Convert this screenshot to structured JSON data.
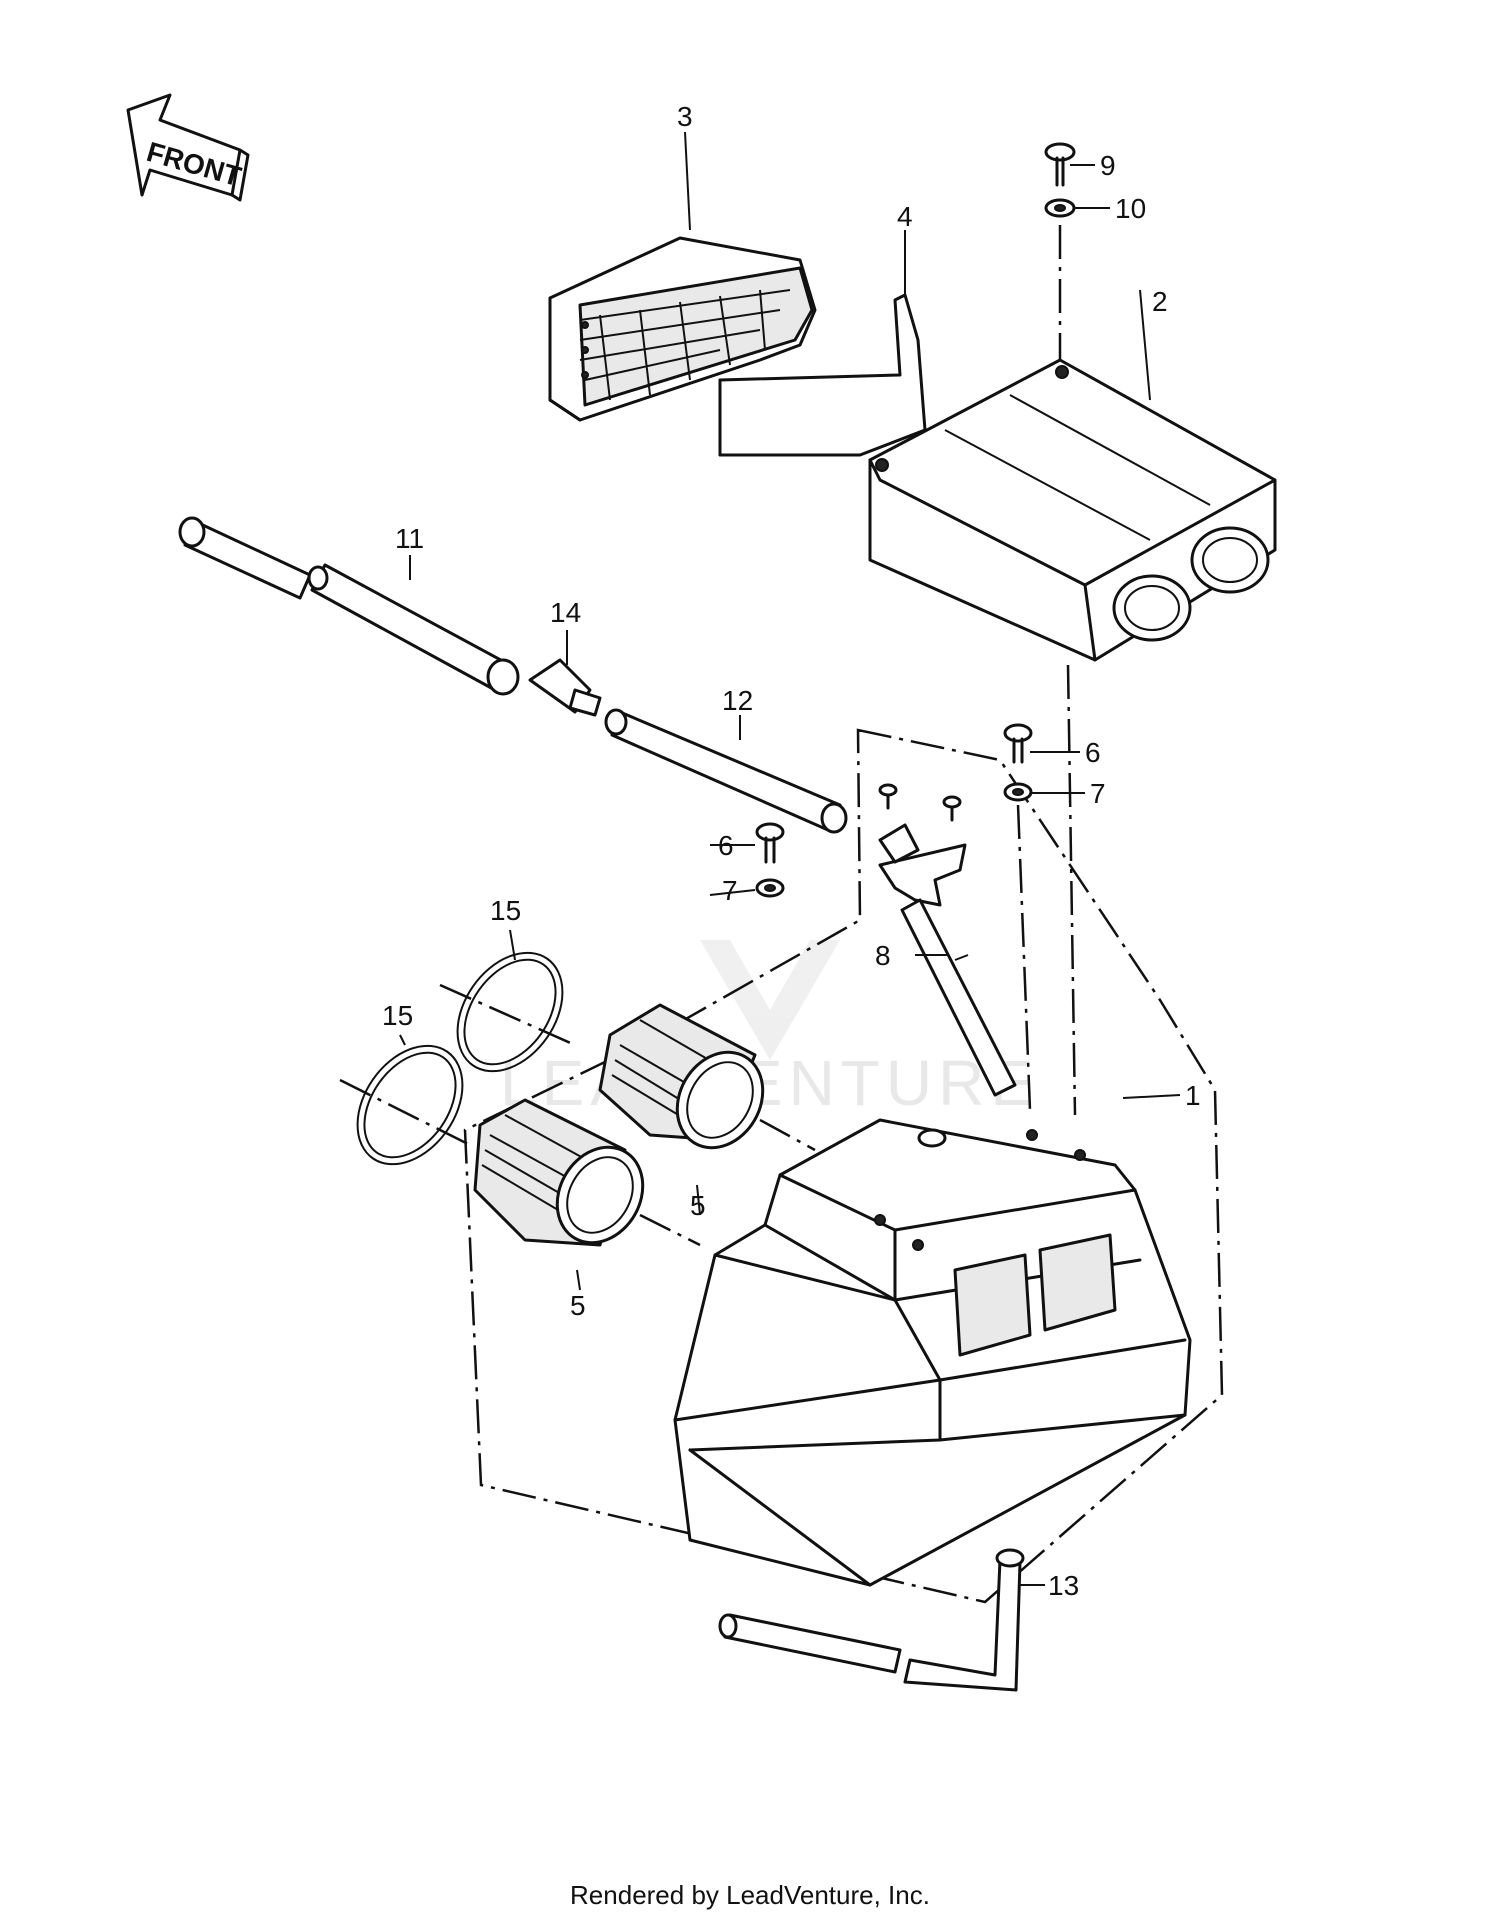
{
  "diagram": {
    "front_arrow_label": "FRONT",
    "watermark": "LEADVENTURE",
    "callouts": [
      {
        "id": "c1",
        "label": "1"
      },
      {
        "id": "c2",
        "label": "2"
      },
      {
        "id": "c3",
        "label": "3"
      },
      {
        "id": "c4",
        "label": "4"
      },
      {
        "id": "c5a",
        "label": "5"
      },
      {
        "id": "c5b",
        "label": "5"
      },
      {
        "id": "c6a",
        "label": "6"
      },
      {
        "id": "c6b",
        "label": "6"
      },
      {
        "id": "c7a",
        "label": "7"
      },
      {
        "id": "c7b",
        "label": "7"
      },
      {
        "id": "c8",
        "label": "8"
      },
      {
        "id": "c9",
        "label": "9"
      },
      {
        "id": "c10",
        "label": "10"
      },
      {
        "id": "c11",
        "label": "11"
      },
      {
        "id": "c12",
        "label": "12"
      },
      {
        "id": "c13",
        "label": "13"
      },
      {
        "id": "c14",
        "label": "14"
      },
      {
        "id": "c15a",
        "label": "15"
      },
      {
        "id": "c15b",
        "label": "15"
      }
    ]
  },
  "footer": {
    "credit": "Rendered by LeadVenture, Inc."
  }
}
